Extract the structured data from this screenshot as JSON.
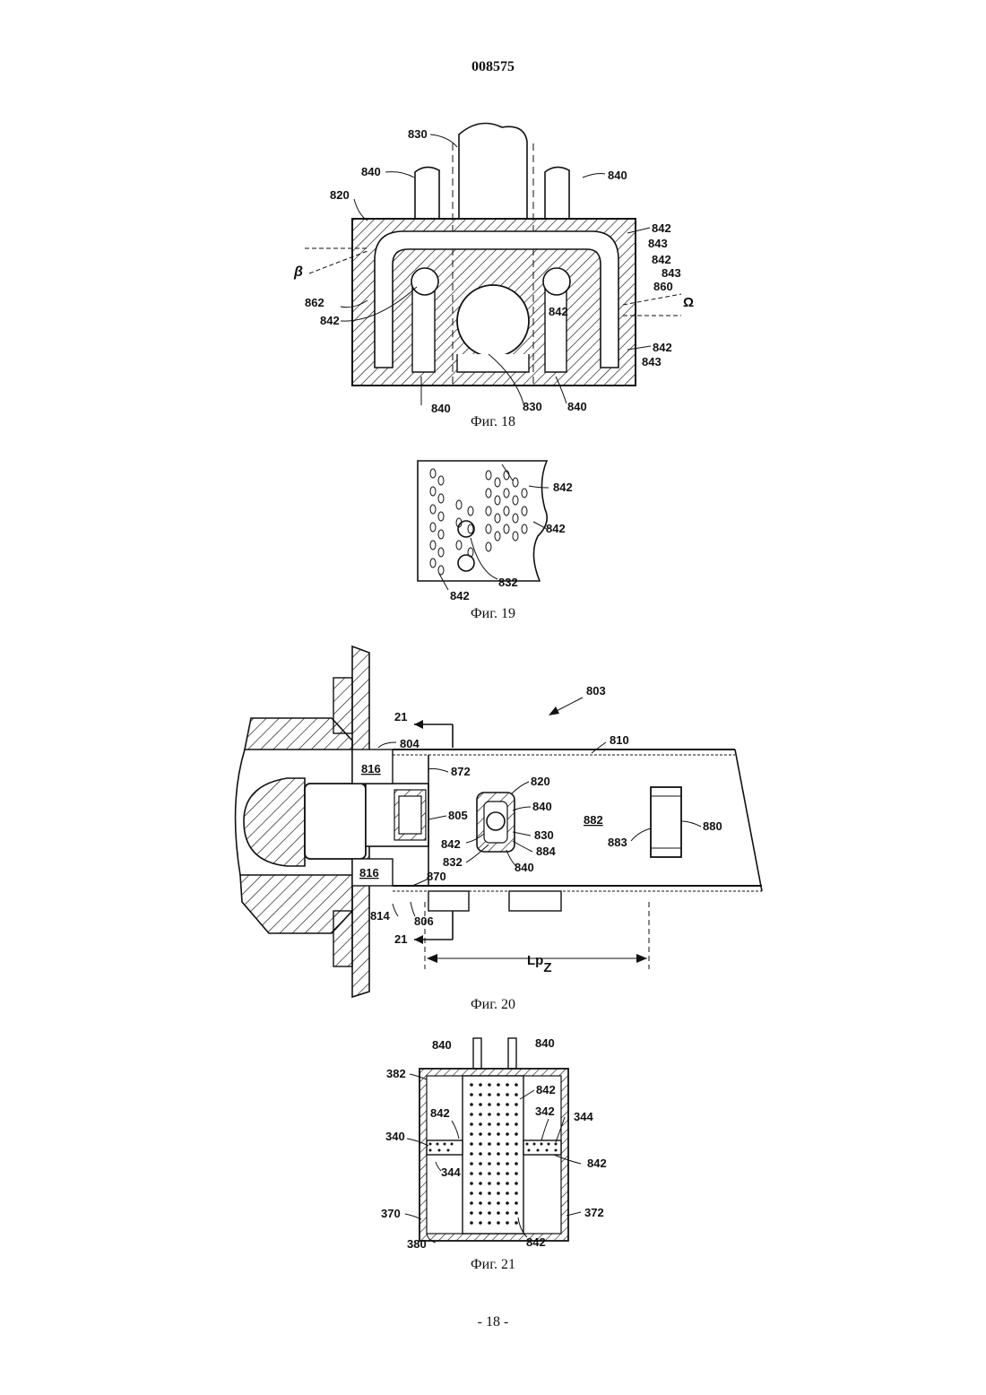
{
  "header": {
    "doc_number": "008575"
  },
  "figures": {
    "fig18": {
      "caption": "Фиг. 18",
      "labels": {
        "l830_top": "830",
        "l840_left": "840",
        "l840_right": "840",
        "l820": "820",
        "l842_a": "842",
        "l843_a": "843",
        "l842_b": "842",
        "l843_b": "843",
        "l860": "860",
        "omega": "Ω",
        "beta": "β",
        "l862": "862",
        "l842_left": "842",
        "l842_inner": "842",
        "l842_c": "842",
        "l843_c": "843",
        "l840_bl": "840",
        "l830_bottom": "830",
        "l840_br": "840"
      }
    },
    "fig19": {
      "caption": "Фиг. 19",
      "labels": {
        "l842_a": "842",
        "l842_b": "842",
        "l832": "832",
        "l842_c": "842"
      }
    },
    "fig20": {
      "caption": "Фиг. 20",
      "labels": {
        "l803": "803",
        "l21_top": "21",
        "l804": "804",
        "l810": "810",
        "l816_top": "816",
        "l872": "872",
        "l820": "820",
        "l840_a": "840",
        "l805": "805",
        "l882": "882",
        "l880": "880",
        "l830": "830",
        "l842": "842",
        "l884": "884",
        "l883": "883",
        "l832": "832",
        "l870": "870",
        "l840_b": "840",
        "l816_bottom": "816",
        "l814": "814",
        "l806": "806",
        "l21_bottom": "21",
        "lpz": "Lp",
        "lpz_sub": "Z"
      }
    },
    "fig21": {
      "caption": "Фиг. 21",
      "labels": {
        "l840_a": "840",
        "l840_b": "840",
        "l382": "382",
        "l842_top": "842",
        "l842_left": "842",
        "l342": "342",
        "l344_r": "344",
        "l340": "340",
        "l344_l": "344",
        "l842_r": "842",
        "l370": "370",
        "l372": "372",
        "l380": "380",
        "l842_bottom": "842"
      }
    }
  },
  "footer": {
    "page_label": "- 18 -"
  }
}
